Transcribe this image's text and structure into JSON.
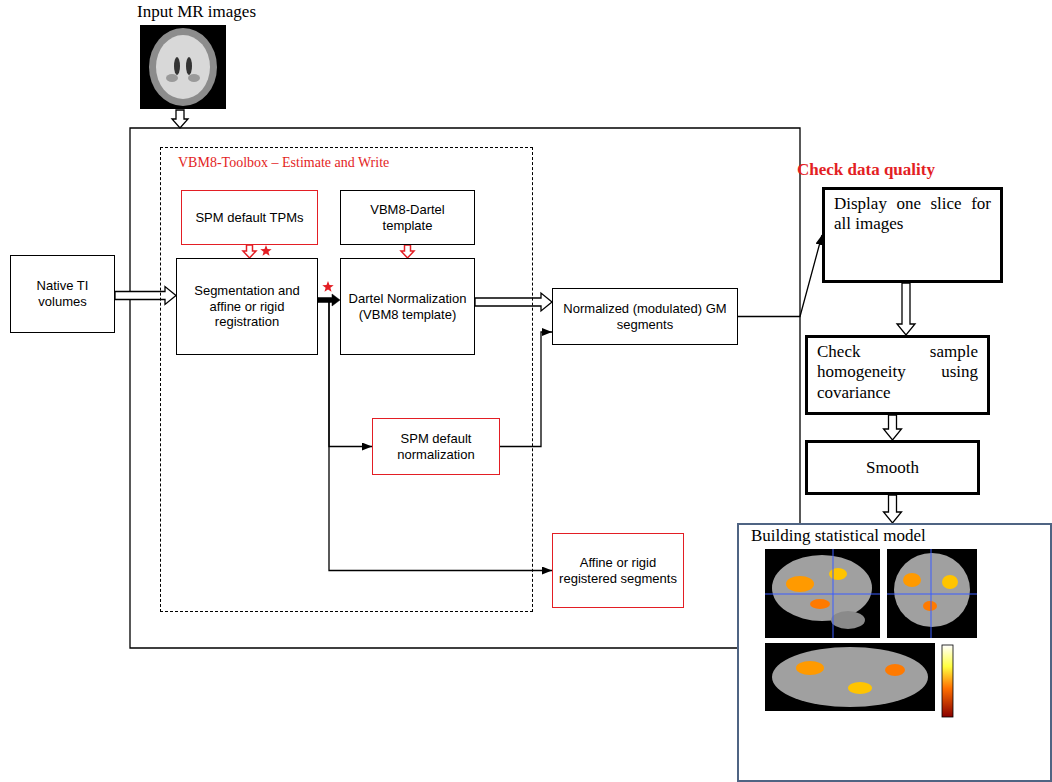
{
  "diagram": {
    "nodes": [
      {
        "text": [
          "Native TI volumes"
        ]
      },
      {
        "text": [
          "VBM8-Toolbox – Estimate and Write"
        ]
      },
      {
        "text": [
          "SPM default TPMs"
        ],
        "in": 1
      },
      {
        "text": [
          "VBM8-Dartel template"
        ],
        "in": 1
      },
      {
        "text": [
          "Segmentation and affine or rigid registration"
        ],
        "in": 1
      },
      {
        "text": [
          "Dartel Normalization (VBM8 template)"
        ],
        "in": 1
      },
      {
        "text": [
          "SPM default normalization"
        ],
        "in": 1
      },
      {
        "text": [
          "Normalized (modulated) GM segments"
        ]
      },
      {
        "text": [
          "Affine or rigid registered segments"
        ]
      },
      {
        "text": [
          "Display one slice for all images"
        ]
      },
      {
        "text": [
          "Check sample homogeneity using covariance"
        ]
      },
      {
        "text": [
          "Smooth"
        ]
      },
      {
        "text": [
          "Building statistical model"
        ]
      }
    ],
    "edges": [
      {
        "from": 0,
        "to": 4,
        "arrow": "to"
      },
      {
        "from": 2,
        "to": 4,
        "arrow": "to"
      },
      {
        "from": 3,
        "to": 5,
        "arrow": "to"
      },
      {
        "from": 4,
        "to": 5,
        "arrow": "to"
      },
      {
        "from": 4,
        "to": 6,
        "arrow": "to"
      },
      {
        "from": 4,
        "to": 8,
        "arrow": "to"
      },
      {
        "from": 5,
        "to": 7,
        "arrow": "to"
      },
      {
        "from": 6,
        "to": 7,
        "arrow": "to"
      },
      {
        "from": 7,
        "to": 9,
        "arrow": "to"
      },
      {
        "from": 9,
        "to": 10,
        "arrow": "to"
      },
      {
        "from": 10,
        "to": 11,
        "arrow": "to"
      },
      {
        "from": 11,
        "to": 12,
        "arrow": "to"
      }
    ],
    "labels": [
      "Input MR images",
      "Check data quality"
    ]
  }
}
